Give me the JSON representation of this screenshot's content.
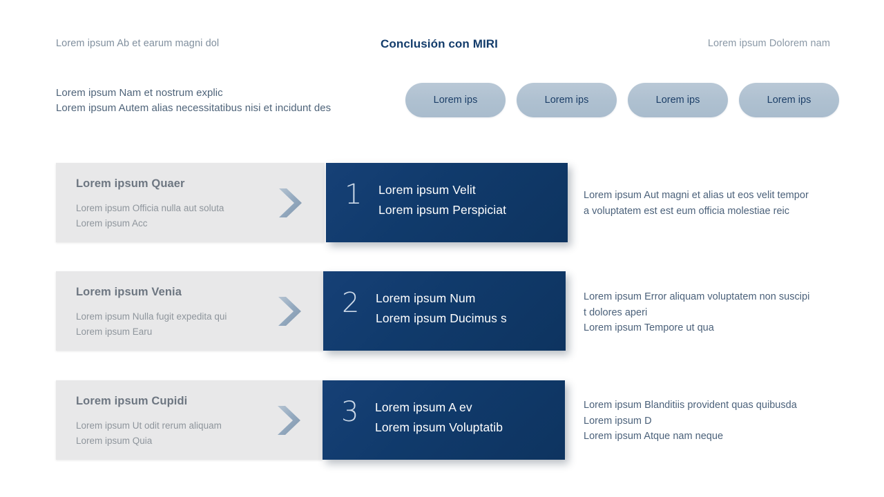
{
  "header": {
    "left_text": "Lorem ipsum Ab et earum magni dol",
    "title": "Conclusión con MIRI",
    "right_text": "Lorem ipsum Dolorem nam"
  },
  "intro": {
    "line1": "Lorem ipsum Nam et nostrum explic",
    "line2": "Lorem ipsum Autem alias necessitatibus nisi et incidunt des"
  },
  "pills": [
    {
      "label": "Lorem ips"
    },
    {
      "label": "Lorem ips"
    },
    {
      "label": "Lorem ips"
    },
    {
      "label": "Lorem ips"
    }
  ],
  "colors": {
    "navy": "#123d6e",
    "gray_panel": "#e8e8e9",
    "pill": "#aec0d0",
    "accent_text": "#133c6b",
    "body_text": "#4b617a"
  },
  "rows": [
    {
      "number": "1",
      "left_title": "Lorem ipsum Quaer",
      "left_sub_line1": "Lorem ipsum Officia nulla aut soluta",
      "left_sub_line2": "Lorem ipsum Acc",
      "navy_line1": "Lorem ipsum Velit",
      "navy_line2": "Lorem ipsum Perspiciat",
      "desc_line1": "Lorem ipsum Aut magni et alias ut eos velit tempor",
      "desc_line2": "a voluptatem est est eum officia molestiae reic",
      "desc_line3": ""
    },
    {
      "number": "2",
      "left_title": "Lorem ipsum Venia",
      "left_sub_line1": "Lorem ipsum Nulla fugit expedita qui",
      "left_sub_line2": "Lorem ipsum Earu",
      "navy_line1": "Lorem ipsum Num",
      "navy_line2": "Lorem ipsum Ducimus s",
      "desc_line1": "Lorem ipsum Error aliquam voluptatem non suscipi",
      "desc_line2": "t dolores aperi",
      "desc_line3": "Lorem ipsum Tempore ut qua"
    },
    {
      "number": "3",
      "left_title": "Lorem ipsum Cupidi",
      "left_sub_line1": "Lorem ipsum Ut odit rerum aliquam",
      "left_sub_line2": "Lorem ipsum Quia",
      "navy_line1": "Lorem ipsum A ev",
      "navy_line2": "Lorem ipsum Voluptatib",
      "desc_line1": "Lorem ipsum Blanditiis provident quas quibusda",
      "desc_line2": "Lorem ipsum D",
      "desc_line3": "Lorem ipsum Atque nam neque"
    }
  ]
}
